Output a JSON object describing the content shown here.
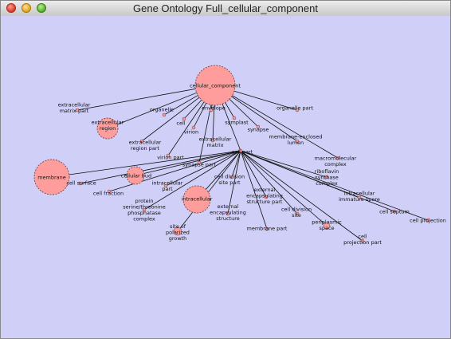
{
  "window": {
    "title": "Gene Ontology Full_cellular_component",
    "controls": [
      "close",
      "minimize",
      "maximize"
    ]
  },
  "graph": {
    "background": "#cfcff7",
    "node_color": "#ff9c9c",
    "edge_color": "#111111",
    "nodes": [
      {
        "id": "cellular_component",
        "label": [
          "cellular_component"
        ]
      },
      {
        "id": "extracellular_matrix_part",
        "label": [
          "extracellular",
          "matrix part"
        ]
      },
      {
        "id": "organelle",
        "label": [
          "organelle"
        ]
      },
      {
        "id": "envelope",
        "label": [
          "envelope"
        ]
      },
      {
        "id": "organelle_part",
        "label": [
          "organelle part"
        ]
      },
      {
        "id": "cell",
        "label": [
          "cell"
        ]
      },
      {
        "id": "symplast",
        "label": [
          "symplast"
        ]
      },
      {
        "id": "extracellular_region",
        "label": [
          "extracellular",
          "region"
        ]
      },
      {
        "id": "virion",
        "label": [
          "virion"
        ]
      },
      {
        "id": "synapse",
        "label": [
          "synapse"
        ]
      },
      {
        "id": "extracellular_region_part",
        "label": [
          "extracellular",
          "region part"
        ]
      },
      {
        "id": "extracellular_matrix",
        "label": [
          "extracellular",
          "matrix"
        ]
      },
      {
        "id": "membrane_enclosed_lumen",
        "label": [
          "membrane-enclosed",
          "lumen"
        ]
      },
      {
        "id": "virion_part",
        "label": [
          "virion part"
        ]
      },
      {
        "id": "cell_part",
        "label": [
          "cell part"
        ]
      },
      {
        "id": "macromolecular_complex",
        "label": [
          "macromolecular",
          "complex"
        ]
      },
      {
        "id": "synapse_part",
        "label": [
          "synapse part"
        ]
      },
      {
        "id": "membrane",
        "label": [
          "membrane"
        ]
      },
      {
        "id": "cellular_bud",
        "label": [
          "cellular bud"
        ]
      },
      {
        "id": "cell_division_site_part",
        "label": [
          "cell division",
          "site part"
        ]
      },
      {
        "id": "riboflavin_synthase_complex",
        "label": [
          "riboflavin",
          "synthase",
          "complex"
        ]
      },
      {
        "id": "cell_surface",
        "label": [
          "cell surface"
        ]
      },
      {
        "id": "intracellular_part",
        "label": [
          "intracellular",
          "part"
        ]
      },
      {
        "id": "cell_fraction",
        "label": [
          "cell fraction"
        ]
      },
      {
        "id": "external_encapsulating_structure_part",
        "label": [
          "external",
          "encapsulating",
          "structure part"
        ]
      },
      {
        "id": "intracellular",
        "label": [
          "intracellular"
        ]
      },
      {
        "id": "intracellular_immature_spore",
        "label": [
          "intracellular",
          "immature spore"
        ]
      },
      {
        "id": "protein_serine_threonine_phosphatase_complex",
        "label": [
          "protein",
          "serine/threonine",
          "phosphatase",
          "complex"
        ]
      },
      {
        "id": "external_encapsulating_structure",
        "label": [
          "external",
          "encapsulating",
          "structure"
        ]
      },
      {
        "id": "cell_division_site",
        "label": [
          "cell division",
          "site"
        ]
      },
      {
        "id": "cell_septum",
        "label": [
          "cell septum"
        ]
      },
      {
        "id": "cell_projection",
        "label": [
          "cell projection"
        ]
      },
      {
        "id": "membrane_part",
        "label": [
          "membrane part"
        ]
      },
      {
        "id": "periplasmic_space",
        "label": [
          "periplasmic",
          "space"
        ]
      },
      {
        "id": "site_of_polarized_growth",
        "label": [
          "site of",
          "polarized",
          "growth"
        ]
      },
      {
        "id": "cell_projection_part",
        "label": [
          "cell",
          "projection part"
        ]
      }
    ]
  }
}
